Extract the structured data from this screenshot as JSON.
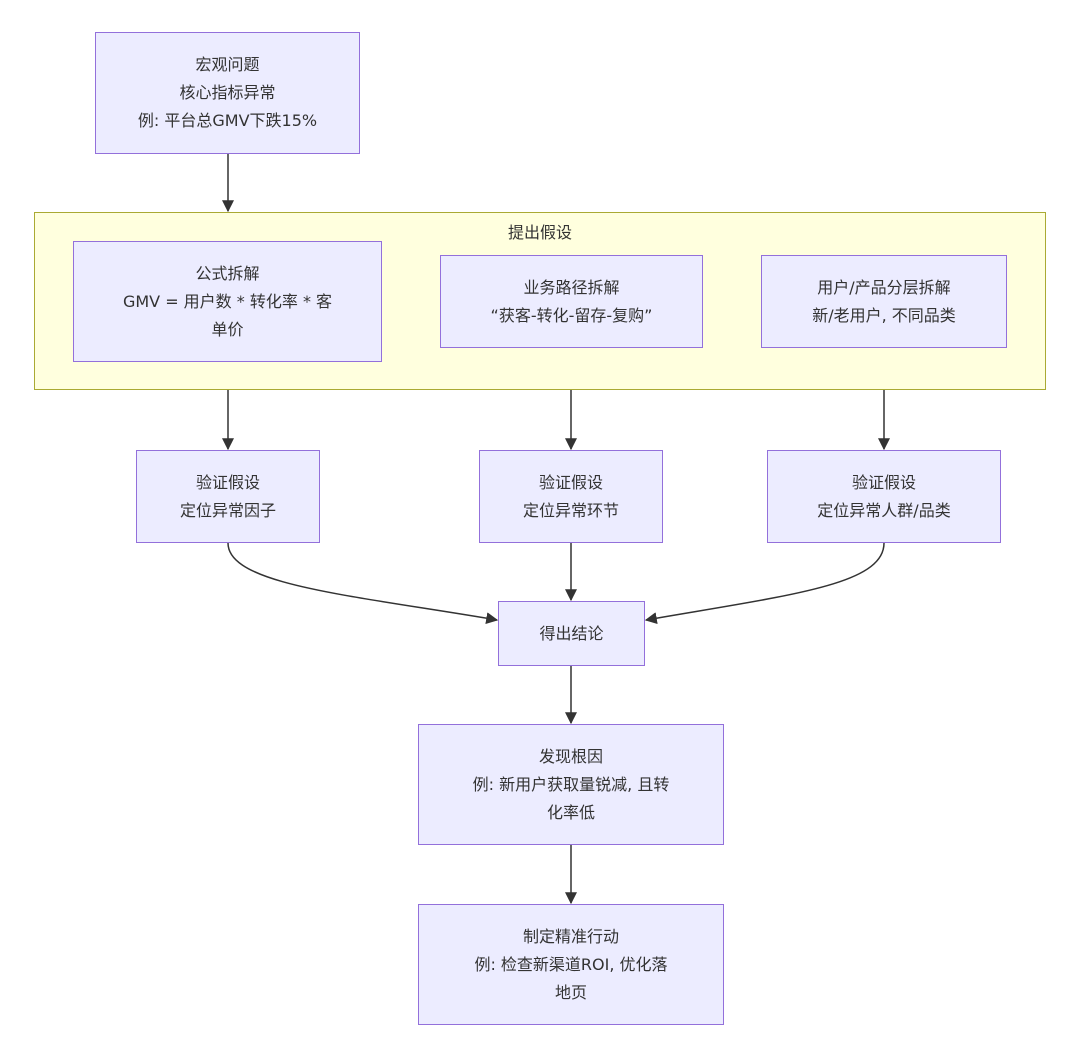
{
  "cluster": {
    "title": "提出假设"
  },
  "nodes": {
    "macro": "宏观问题\n核心指标异常\n例: 平台总GMV下跌15%",
    "formula": "公式拆解\nGMV = 用户数 * 转化率 * 客\n单价",
    "business": "业务路径拆解\n“获客-转化-留存-复购”",
    "layer": "用户/产品分层拆解\n新/老用户, 不同品类",
    "verify1": "验证假设\n定位异常因子",
    "verify2": "验证假设\n定位异常环节",
    "verify3": "验证假设\n定位异常人群/品类",
    "conclusion": "得出结论",
    "rootcause": "发现根因\n例: 新用户获取量锐减, 且转\n化率低",
    "action": "制定精准行动\n例: 检查新渠道ROI, 优化落\n地页"
  },
  "colors": {
    "node_fill": "#ececff",
    "node_border": "#9370db",
    "cluster_fill": "#ffffde",
    "cluster_border": "#aaaa33",
    "edge": "#333333"
  }
}
